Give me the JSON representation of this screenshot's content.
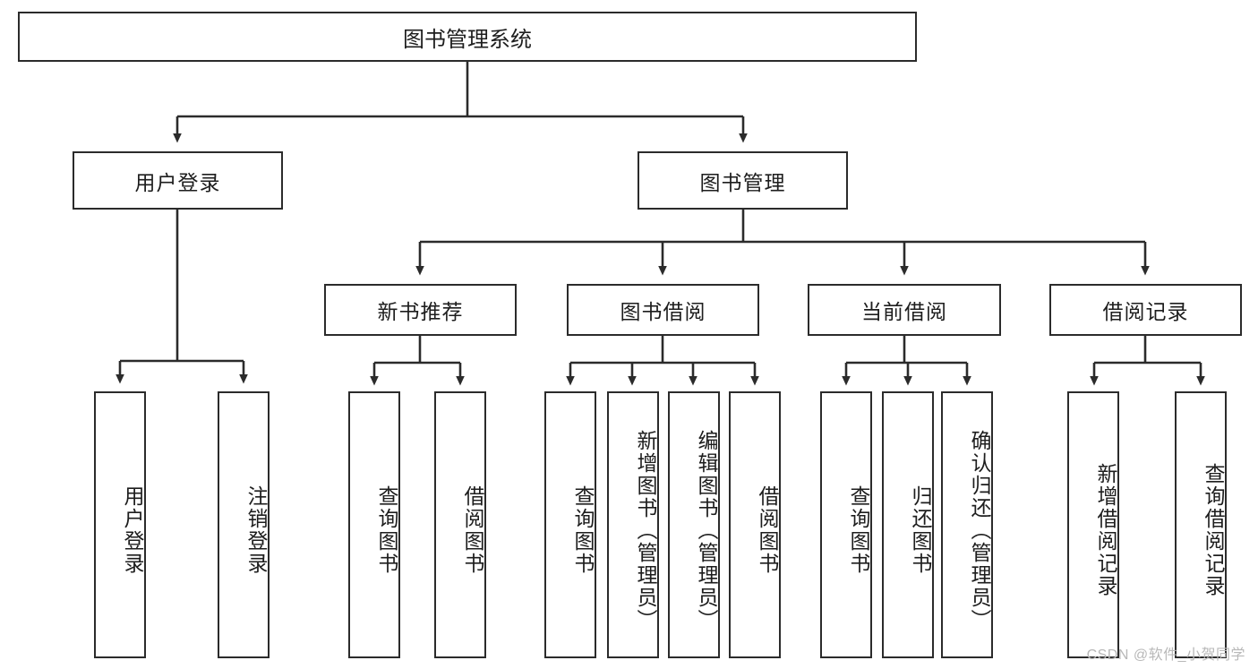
{
  "diagram": {
    "type": "tree-hierarchy",
    "title": "图书管理系统",
    "watermark": "CSDN @软件_小贺同学",
    "colors": {
      "stroke": "#2b2b2b",
      "fill": "#ffffff",
      "text": "#1d1d1d",
      "watermark": "#b8b8b8"
    },
    "nodes": {
      "root": {
        "label": "图书管理系统"
      },
      "level2": [
        {
          "id": "user-login",
          "label": "用户登录"
        },
        {
          "id": "book-manage",
          "label": "图书管理"
        }
      ],
      "level3": [
        {
          "id": "new-book-recommend",
          "label": "新书推荐"
        },
        {
          "id": "book-borrow",
          "label": "图书借阅"
        },
        {
          "id": "current-borrow",
          "label": "当前借阅"
        },
        {
          "id": "borrow-record",
          "label": "借阅记录"
        }
      ],
      "leaves": {
        "user_login": [
          {
            "id": "leaf-user-login",
            "label": "用户登录"
          },
          {
            "id": "leaf-logout-login",
            "label": "注销登录"
          }
        ],
        "new_book_recommend": [
          {
            "id": "leaf-query-book-1",
            "label": "查询图书"
          },
          {
            "id": "leaf-borrow-book-1",
            "label": "借阅图书"
          }
        ],
        "book_borrow": [
          {
            "id": "leaf-query-book-2",
            "label": "查询图书"
          },
          {
            "id": "leaf-add-book",
            "label": "新增图书（管理员）"
          },
          {
            "id": "leaf-edit-book",
            "label": "编辑图书（管理员）"
          },
          {
            "id": "leaf-borrow-book-2",
            "label": "借阅图书"
          }
        ],
        "current_borrow": [
          {
            "id": "leaf-query-book-3",
            "label": "查询图书"
          },
          {
            "id": "leaf-return-book",
            "label": "归还图书"
          },
          {
            "id": "leaf-confirm-return",
            "label": "确认归还（管理员）"
          }
        ],
        "borrow_record": [
          {
            "id": "leaf-add-record",
            "label": "新增借阅记录"
          },
          {
            "id": "leaf-query-record",
            "label": "查询借阅记录"
          }
        ]
      }
    }
  }
}
